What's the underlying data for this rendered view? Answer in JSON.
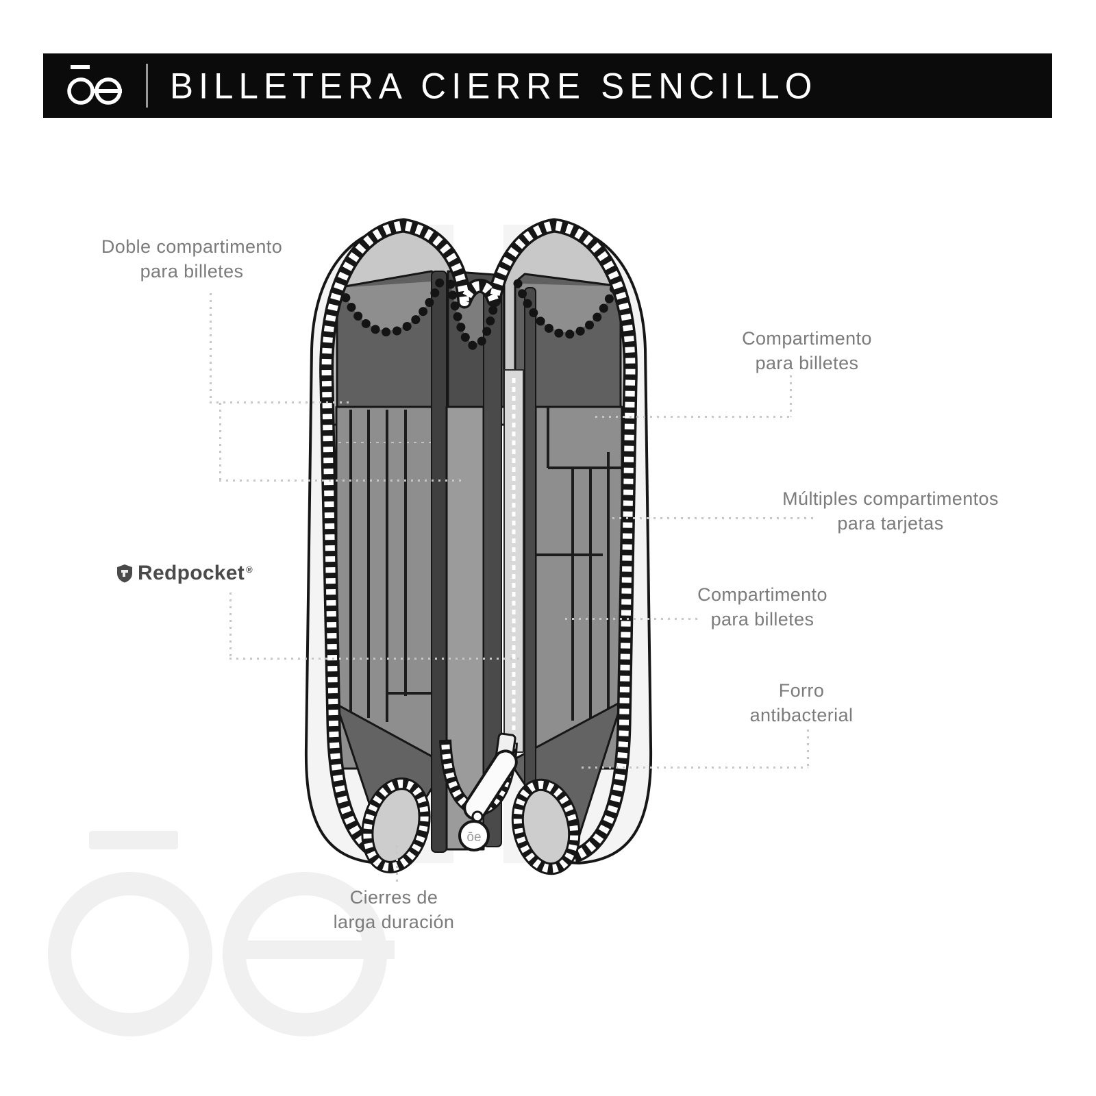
{
  "header": {
    "logo_text": "ōe",
    "title": "BILLETERA CIERRE SENCILLO"
  },
  "brand": {
    "name": "Redpocket",
    "registered_mark": "®"
  },
  "callouts": {
    "doble_compartimento": {
      "line1": "Doble compartimento",
      "line2": "para billetes"
    },
    "compartimento_billetes_superior": {
      "line1": "Compartimento",
      "line2": "para billetes"
    },
    "multiples_compartimentos": {
      "line1": "Múltiples compartimentos",
      "line2": "para tarjetas"
    },
    "compartimento_billetes_inferior": {
      "line1": "Compartimento",
      "line2": "para billetes"
    },
    "forro_antibacterial": {
      "line1": "Forro",
      "line2": "antibacterial"
    },
    "cierres_larga_duracion": {
      "line1": "Cierres de",
      "line2": "larga duración"
    }
  },
  "wallet": {
    "charm_text": "ōe"
  },
  "watermark": {
    "text": "ōe"
  },
  "colors": {
    "header_bg": "#0b0b0b",
    "header_text": "#ffffff",
    "label_text": "#7b7b7b",
    "leader_dots": "#c7c7c7",
    "brand_text": "#4a4a4a",
    "wallet_outline": "#161616",
    "wallet_outer": "#f4f4f4",
    "wallet_lining": "#c8c8c8",
    "wallet_panel": "#8e8e8e",
    "wallet_gusset": "#606060",
    "watermark": "#f0f0f0"
  }
}
